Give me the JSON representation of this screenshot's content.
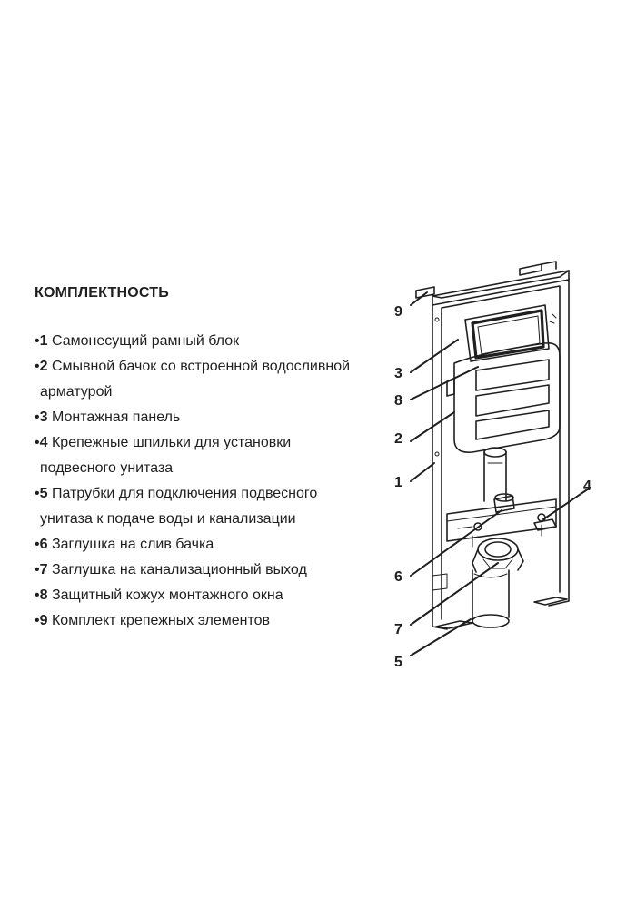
{
  "heading": "КОМПЛЕКТНОСТЬ",
  "items": [
    {
      "bullet": "•",
      "num": "1",
      "text": "Самонесущий рамный блок",
      "cont": ""
    },
    {
      "bullet": "•",
      "num": "2",
      "text": "Смывной бачок со встроенной водосливной",
      "cont": "арматурой"
    },
    {
      "bullet": "•",
      "num": "3",
      "text": "Монтажная панель",
      "cont": ""
    },
    {
      "bullet": "•",
      "num": "4",
      "text": "Крепежные шпильки для установки",
      "cont": "подвесного унитаза"
    },
    {
      "bullet": "•",
      "num": "5",
      "text": "Патрубки для подключения подвесного",
      "cont": "унитаза к подаче воды и канализации"
    },
    {
      "bullet": "•",
      "num": "6",
      "text": "Заглушка на слив бачка",
      "cont": ""
    },
    {
      "bullet": "•",
      "num": "7",
      "text": "Заглушка на канализационный выход",
      "cont": ""
    },
    {
      "bullet": "•",
      "num": "8",
      "text": "Защитный кожух монтажного окна",
      "cont": ""
    },
    {
      "bullet": "•",
      "num": "9",
      "text": "Комплект крепежных элементов",
      "cont": ""
    }
  ],
  "callouts": {
    "c9": "9",
    "c3": "3",
    "c8": "8",
    "c2": "2",
    "c1": "1",
    "c4": "4",
    "c6": "6",
    "c7": "7",
    "c5": "5"
  }
}
